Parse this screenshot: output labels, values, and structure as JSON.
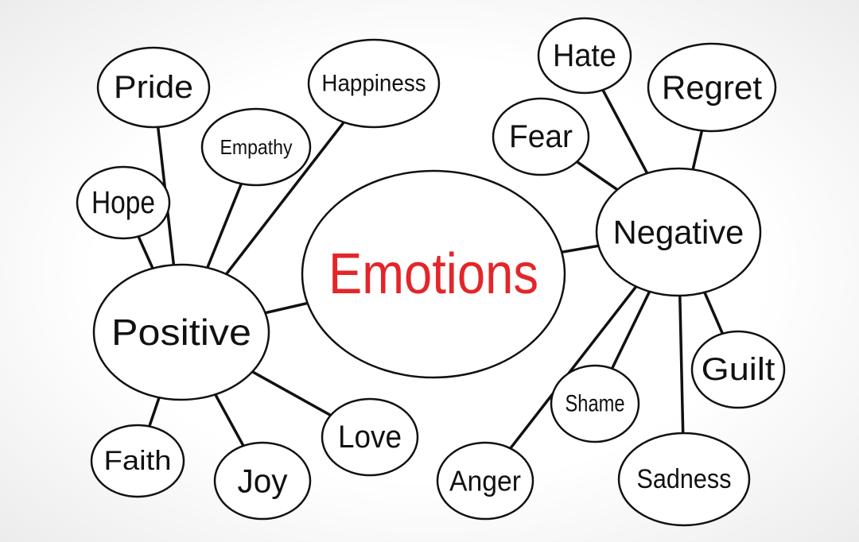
{
  "title": "Emotions",
  "colors": {
    "title": "#e3262a",
    "ink": "#111111"
  },
  "branches": [
    {
      "id": "positive",
      "label": "Positive",
      "children": [
        "Pride",
        "Happiness",
        "Empathy",
        "Hope",
        "Faith",
        "Joy",
        "Love"
      ]
    },
    {
      "id": "negative",
      "label": "Negative",
      "children": [
        "Hate",
        "Regret",
        "Fear",
        "Guilt",
        "Shame",
        "Anger",
        "Sadness"
      ]
    }
  ]
}
